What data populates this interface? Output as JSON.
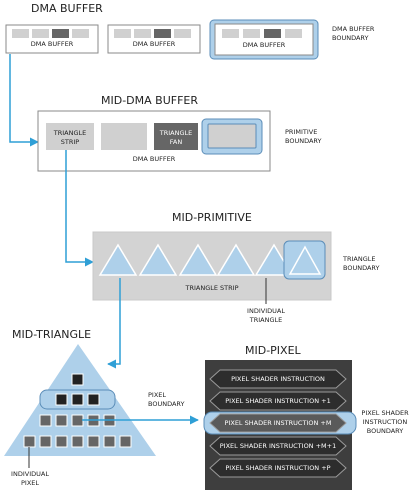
{
  "dma_section": {
    "heading": "DMA BUFFER",
    "buffer_label": "DMA BUFFER",
    "boundary_label": [
      "DMA BUFFER",
      "BOUNDARY"
    ]
  },
  "mid_dma": {
    "heading": "MID-DMA BUFFER",
    "strip_label": [
      "TRIANGLE",
      "STRIP"
    ],
    "fan_label": [
      "TRIANGLE",
      "FAN"
    ],
    "buffer_label": "DMA BUFFER",
    "boundary_label": [
      "PRIMITIVE",
      "BOUNDARY"
    ]
  },
  "mid_primitive": {
    "heading": "MID-PRIMITIVE",
    "strip_label": "TRIANGLE STRIP",
    "boundary_label": [
      "TRIANGLE",
      "BOUNDARY"
    ],
    "individual_label": [
      "INDIVIDUAL",
      "TRIANGLE"
    ]
  },
  "mid_triangle": {
    "heading": "MID-TRIANGLE",
    "boundary_label": [
      "PIXEL",
      "BOUNDARY"
    ],
    "individual_label": [
      "INDIVIDUAL",
      "PIXEL"
    ]
  },
  "mid_pixel": {
    "heading": "MID-PIXEL",
    "instructions": [
      "PIXEL SHADER INSTRUCTION",
      "PIXEL SHADER INSTRUCTION +1",
      "PIXEL SHADER INSTRUCTION +M",
      "PIXEL SHADER INSTRUCTION +M+1",
      "PIXEL SHADER INSTRUCTION +P"
    ],
    "boundary_label": [
      "PIXEL SHADER",
      "INSTRUCTION",
      "BOUNDARY"
    ]
  },
  "colors": {
    "accent": "#aed0ea",
    "accent_border": "#5b8db8",
    "arrow": "#2f9fd6",
    "gray_box": "#d0d0d0",
    "dark_gray": "#666666",
    "shader_panel": "#3e3e3e",
    "shader_item": "#2d2d2d"
  }
}
